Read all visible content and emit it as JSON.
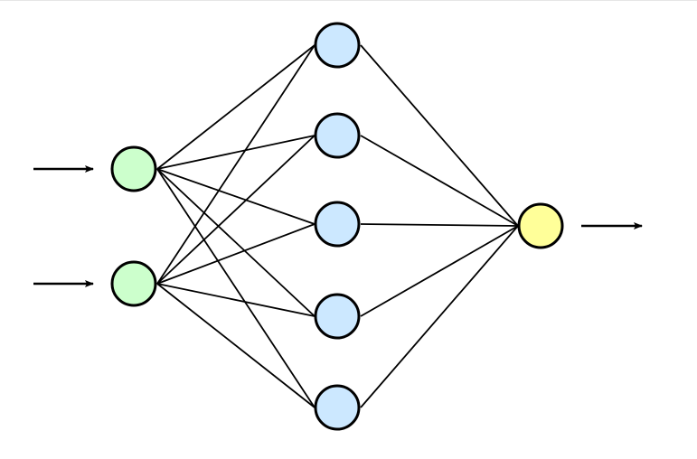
{
  "network": {
    "layers": [
      {
        "role": "input",
        "count": 2,
        "color": "#ccffcc"
      },
      {
        "role": "hidden",
        "count": 5,
        "color": "#cce8ff"
      },
      {
        "role": "output",
        "count": 1,
        "color": "#ffff99"
      }
    ],
    "connectivity": "fully-connected",
    "input_arrows": true,
    "output_arrow": true,
    "stroke_color": "#000000"
  }
}
